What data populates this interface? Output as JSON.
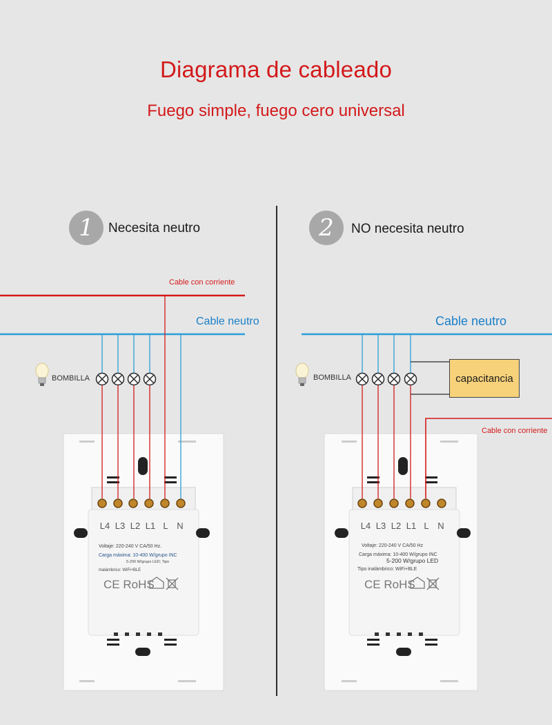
{
  "header": {
    "title": "Diagrama de cableado",
    "subtitle": "Fuego simple, fuego cero universal"
  },
  "panels": [
    {
      "number": "1",
      "heading": "Necesita neutro",
      "live_label": "Cable con corriente",
      "neutral_label": "Cable neutro",
      "bulb_label": "BOMBILLA",
      "terminals": [
        "L4",
        "L3",
        "L2",
        "L1",
        "L",
        "N"
      ],
      "spec_lines": [
        "Voltaje: 220-240 V CA/50 Hz.",
        "Carga máxima: 10-400 W/grupo INC",
        "5-200 W/grupo LED; Tipo",
        "Inalámbrico: WiFi+BLE"
      ],
      "cert_marks": "CE RoHS"
    },
    {
      "number": "2",
      "heading": "NO necesita neutro",
      "live_label": "Cable con corriente",
      "neutral_label": "Cable neutro",
      "bulb_label": "BOMBILLA",
      "capacitor_label": "capacitancia",
      "terminals": [
        "L4",
        "L3",
        "L2",
        "L1",
        "L",
        "N"
      ],
      "spec_lines": [
        "Voltaje: 220-240 V CA/50 Hz",
        "Carga máxima: 10-400 W/grupo INC",
        "5-200 W/grupo LED",
        "Tipo inalámbrico: WiFi+BLE"
      ],
      "cert_marks": "CE RoHS"
    }
  ],
  "colors": {
    "live_wire": "#d3191b",
    "neutral_wire": "#2a9ed8",
    "title_red": "#d3191b",
    "capacitor_fill": "#f7d27a"
  }
}
